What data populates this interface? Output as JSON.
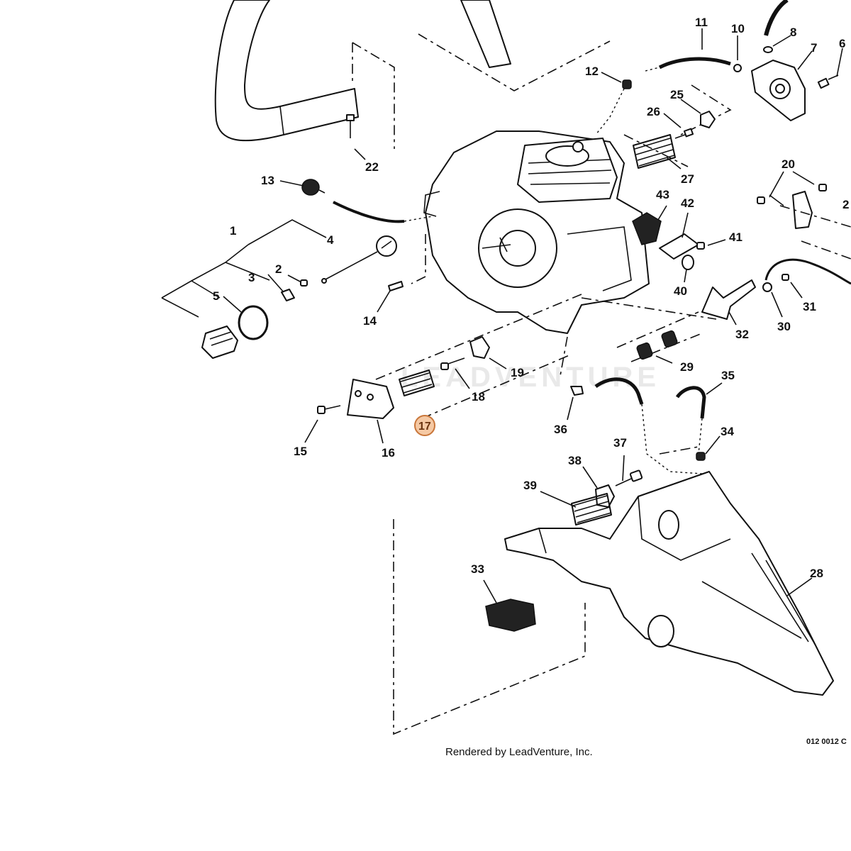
{
  "diagram": {
    "watermark": "LEADVENTURE",
    "footer": "Rendered by LeadVenture, Inc.",
    "diagram_code": "012 0012 C",
    "highlighted_callout": "17",
    "callouts": [
      {
        "id": "1",
        "label": "1"
      },
      {
        "id": "2",
        "label": "2"
      },
      {
        "id": "3",
        "label": "3"
      },
      {
        "id": "4",
        "label": "4"
      },
      {
        "id": "5",
        "label": "5"
      },
      {
        "id": "6",
        "label": "6"
      },
      {
        "id": "7",
        "label": "7"
      },
      {
        "id": "8",
        "label": "8"
      },
      {
        "id": "10",
        "label": "10"
      },
      {
        "id": "11",
        "label": "11"
      },
      {
        "id": "12",
        "label": "12"
      },
      {
        "id": "13",
        "label": "13"
      },
      {
        "id": "14",
        "label": "14"
      },
      {
        "id": "15",
        "label": "15"
      },
      {
        "id": "16",
        "label": "16"
      },
      {
        "id": "17",
        "label": "17"
      },
      {
        "id": "18",
        "label": "18"
      },
      {
        "id": "19",
        "label": "19"
      },
      {
        "id": "20",
        "label": "20"
      },
      {
        "id": "21",
        "label": "2"
      },
      {
        "id": "22",
        "label": "22"
      },
      {
        "id": "25",
        "label": "25"
      },
      {
        "id": "26",
        "label": "26"
      },
      {
        "id": "27",
        "label": "27"
      },
      {
        "id": "28",
        "label": "28"
      },
      {
        "id": "29",
        "label": "29"
      },
      {
        "id": "30",
        "label": "30"
      },
      {
        "id": "31",
        "label": "31"
      },
      {
        "id": "32",
        "label": "32"
      },
      {
        "id": "33",
        "label": "33"
      },
      {
        "id": "34",
        "label": "34"
      },
      {
        "id": "35",
        "label": "35"
      },
      {
        "id": "36",
        "label": "36"
      },
      {
        "id": "37",
        "label": "37"
      },
      {
        "id": "38",
        "label": "38"
      },
      {
        "id": "39",
        "label": "39"
      },
      {
        "id": "40",
        "label": "40"
      },
      {
        "id": "41",
        "label": "41"
      },
      {
        "id": "42",
        "label": "42"
      },
      {
        "id": "43",
        "label": "43"
      }
    ],
    "colors": {
      "highlight_fill": "#f5c9a4",
      "highlight_stroke": "#c9763a",
      "ink": "#111111"
    }
  }
}
